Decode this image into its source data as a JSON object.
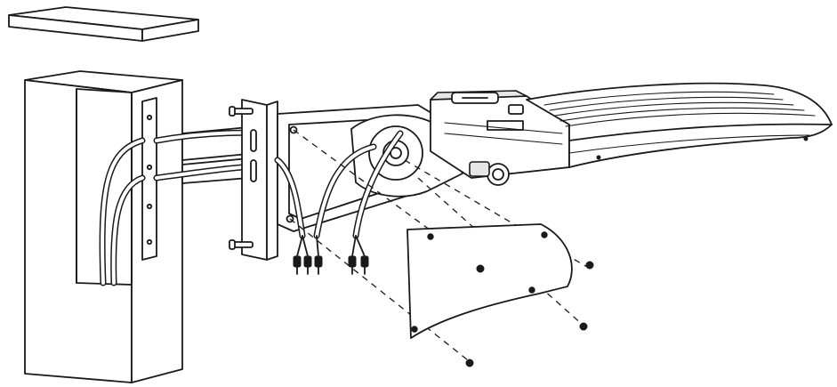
{
  "diagram": {
    "kind": "installation-exploded-view",
    "components": [
      {
        "id": "pole-cap",
        "icon": "pole-cap-icon"
      },
      {
        "id": "pole",
        "icon": "pole-icon"
      },
      {
        "id": "mounting-plate",
        "icon": "mounting-plate-icon"
      },
      {
        "id": "mounting-arm",
        "icon": "mounting-arm-icon"
      },
      {
        "id": "wire-connectors",
        "icon": "wire-connector-icon"
      },
      {
        "id": "luminaire-housing",
        "icon": "luminaire-icon"
      },
      {
        "id": "access-cover",
        "icon": "cover-plate-icon"
      },
      {
        "id": "screws",
        "icon": "screw-icon",
        "count": 4
      }
    ],
    "colors": {
      "stroke": "#1a1a1a",
      "fill": "#ffffff",
      "shade": "#e6e6e6"
    }
  }
}
